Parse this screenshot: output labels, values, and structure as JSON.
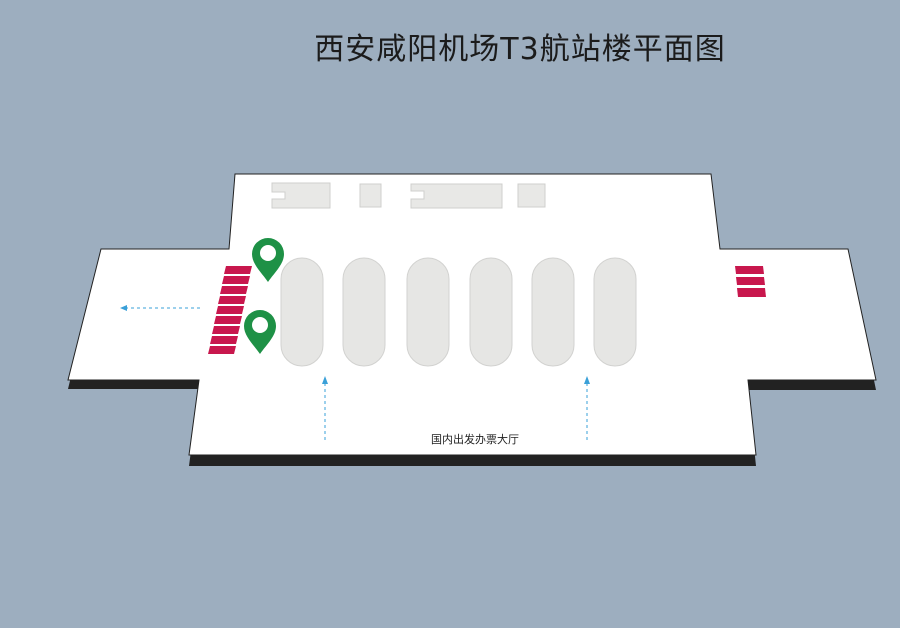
{
  "title": "西安咸阳机场T3航站楼平面图",
  "hall_label": "国内出发办票大厅",
  "colors": {
    "background": "#9daebf",
    "floor": "#ffffff",
    "floor_edge": "#222222",
    "counter": "#e6e6e4",
    "stairs": "#c8174d",
    "marker": "#1e9146",
    "arrow": "#3aa0d8"
  },
  "markers": [
    {
      "name": "location-marker-1",
      "icon": "map-pin-icon"
    },
    {
      "name": "location-marker-2",
      "icon": "map-pin-icon"
    }
  ],
  "check_in_islands_count": 6,
  "icons": [
    "map-pin-icon",
    "arrow-left-icon",
    "arrow-up-icon",
    "stairs-icon"
  ]
}
